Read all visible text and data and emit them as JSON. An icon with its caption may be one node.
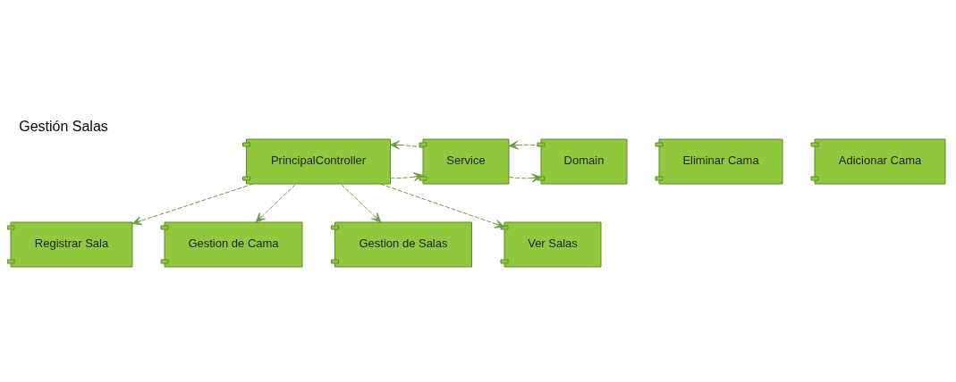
{
  "diagram": {
    "title": "Gestión Salas",
    "nodes": [
      {
        "text": [
          "PrincipalController"
        ]
      },
      {
        "text": [
          "Service"
        ]
      },
      {
        "text": [
          "Domain"
        ]
      },
      {
        "text": [
          "Registrar Sala"
        ]
      },
      {
        "text": [
          "Gestion de Cama"
        ]
      },
      {
        "text": [
          "Gestion de Salas"
        ]
      },
      {
        "text": [
          "Ver Salas"
        ]
      },
      {
        "text": [
          "Eliminar Cama"
        ]
      },
      {
        "text": [
          "Adicionar Cama"
        ]
      }
    ],
    "edges": [
      {
        "from": 0,
        "to": 3,
        "arrow": "to",
        "style": "dashed"
      },
      {
        "from": 0,
        "to": 5,
        "arrow": "to",
        "style": "dashed"
      },
      {
        "from": 0,
        "to": 6,
        "arrow": "to",
        "style": "dashed"
      },
      {
        "from": 0,
        "to": 4,
        "arrow": "to",
        "style": "dashed"
      },
      {
        "from": 0,
        "to": 1,
        "arrow": "to",
        "style": "dashed"
      },
      {
        "from": 1,
        "to": 0,
        "arrow": "to",
        "style": "dashed"
      },
      {
        "from": 1,
        "to": 2,
        "arrow": "to",
        "style": "dashed"
      },
      {
        "from": 2,
        "to": 1,
        "arrow": "to",
        "style": "dashed"
      }
    ]
  }
}
